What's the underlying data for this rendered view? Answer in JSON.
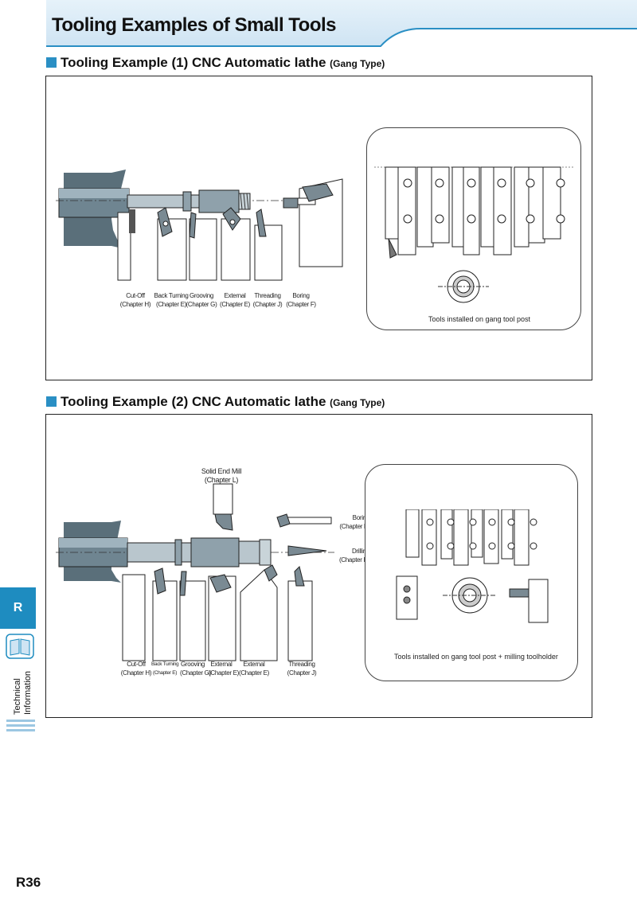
{
  "page": {
    "title": "Tooling Examples of Small Tools",
    "number": "R36",
    "colors": {
      "accent": "#2a8fc4",
      "header_band": "#d7eaf6",
      "tab": "#1e8cc0"
    }
  },
  "section1": {
    "title": "Tooling Example (1) CNC Automatic lathe",
    "subtitle": "(Gang Type)",
    "tools": [
      {
        "name": "Cut-Off",
        "chapter": "(Chapter H)"
      },
      {
        "name": "Back Turning",
        "chapter": "(Chapter E)"
      },
      {
        "name": "Grooving",
        "chapter": "(Chapter G)"
      },
      {
        "name": "External",
        "chapter": "(Chapter E)"
      },
      {
        "name": "Threading",
        "chapter": "(Chapter J)"
      },
      {
        "name": "Boring",
        "chapter": "(Chapter F)"
      }
    ],
    "inset_caption": "Tools installed on gang tool post"
  },
  "section2": {
    "title": "Tooling Example (2) CNC Automatic lathe",
    "subtitle": "(Gang Type)",
    "end_mill": {
      "name": "Solid End Mill",
      "chapter": "(Chapter L)"
    },
    "boring": {
      "name": "Boring",
      "chapter": "(Chapter F)"
    },
    "drilling": {
      "name": "Drilling",
      "chapter": "(Chapter K)"
    },
    "tools": [
      {
        "name": "Cut-Off",
        "chapter": "(Chapter H)"
      },
      {
        "name": "Back Turning",
        "chapter": "(Chapter E)"
      },
      {
        "name": "Grooving",
        "chapter": "(Chapter G)"
      },
      {
        "name": "External",
        "chapter": "(Chapter E)"
      },
      {
        "name": "External",
        "chapter": "(Chapter E)"
      },
      {
        "name": "Threading",
        "chapter": "(Chapter J)"
      }
    ],
    "inset_caption": "Tools installed on gang tool post + milling toolholder"
  },
  "side_tab": {
    "letter": "R",
    "line1": "Technical",
    "line2": "Information"
  }
}
